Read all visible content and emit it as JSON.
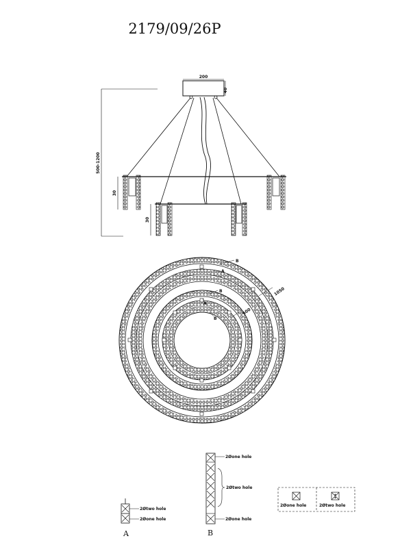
{
  "title": "2179/09/26P",
  "side_view": {
    "canopy_width": "200",
    "canopy_height": "40",
    "total_height": "500-1200",
    "upper_ring_height": "30",
    "lower_ring_height": "30"
  },
  "top_view": {
    "outer_diameter": "1050",
    "inner_diameter": "600",
    "label_b1": "B",
    "label_a1": "A",
    "label_b2": "B",
    "label_a2": "A",
    "label_b3": "B"
  },
  "detail_a": {
    "caption": "A",
    "top_hole": "2Øtwo hole",
    "bottom_hole": "2Øone hole"
  },
  "detail_b": {
    "caption": "B",
    "top_hole": "2Øone hole",
    "middle_hole": "2Øtwo hole",
    "bottom_hole": "2Øone hole"
  },
  "legend": {
    "one_hole": "2Øone hole",
    "two_hole": "2Øtwo hole"
  }
}
